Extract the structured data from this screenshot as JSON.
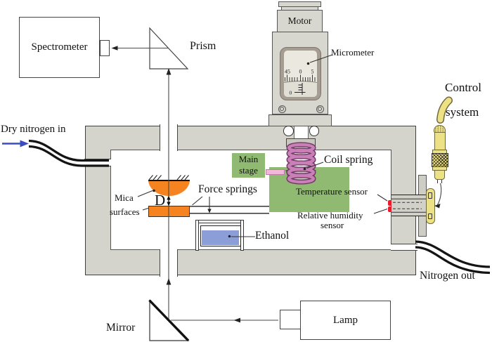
{
  "labels": {
    "spectrometer": "Spectrometer",
    "prism": "Prism",
    "motor": "Motor",
    "micrometer": "Micrometer",
    "control_line1": "Control",
    "control_line2": "system",
    "dry_nitrogen_in": "Dry nitrogen in",
    "main_stage_line1": "Main",
    "main_stage_line2": "stage",
    "coil_spring": "Coil spring",
    "temperature_sensor": "Temperature sensor",
    "relative_humidity_line1": "Relative humidity",
    "relative_humidity_line2": "sensor",
    "mica_line1": "Mica",
    "mica_line2": "surfaces",
    "gap_distance": "D",
    "force_springs": "Force springs",
    "ethanol": "Ethanol",
    "nitrogen_out": "Nitrogen out",
    "mirror": "Mirror",
    "lamp": "Lamp"
  },
  "micrometer_dial": {
    "thimble_numbers": [
      "45",
      "0",
      "5"
    ],
    "sleeve_zero": "0"
  },
  "colors": {
    "chamber_wall": "#d5d4cc",
    "mica_orange": "#f5831f",
    "stage_green": "#90b971",
    "spring_purple": "#cb7fb8",
    "connector_pink": "#f2b7da",
    "ethanol_blue": "#8b9ed8",
    "cable_yellow": "#ece185",
    "sensor_red": "#ea1c2c",
    "nitrogen_arrow_blue": "#3b4cc0"
  }
}
